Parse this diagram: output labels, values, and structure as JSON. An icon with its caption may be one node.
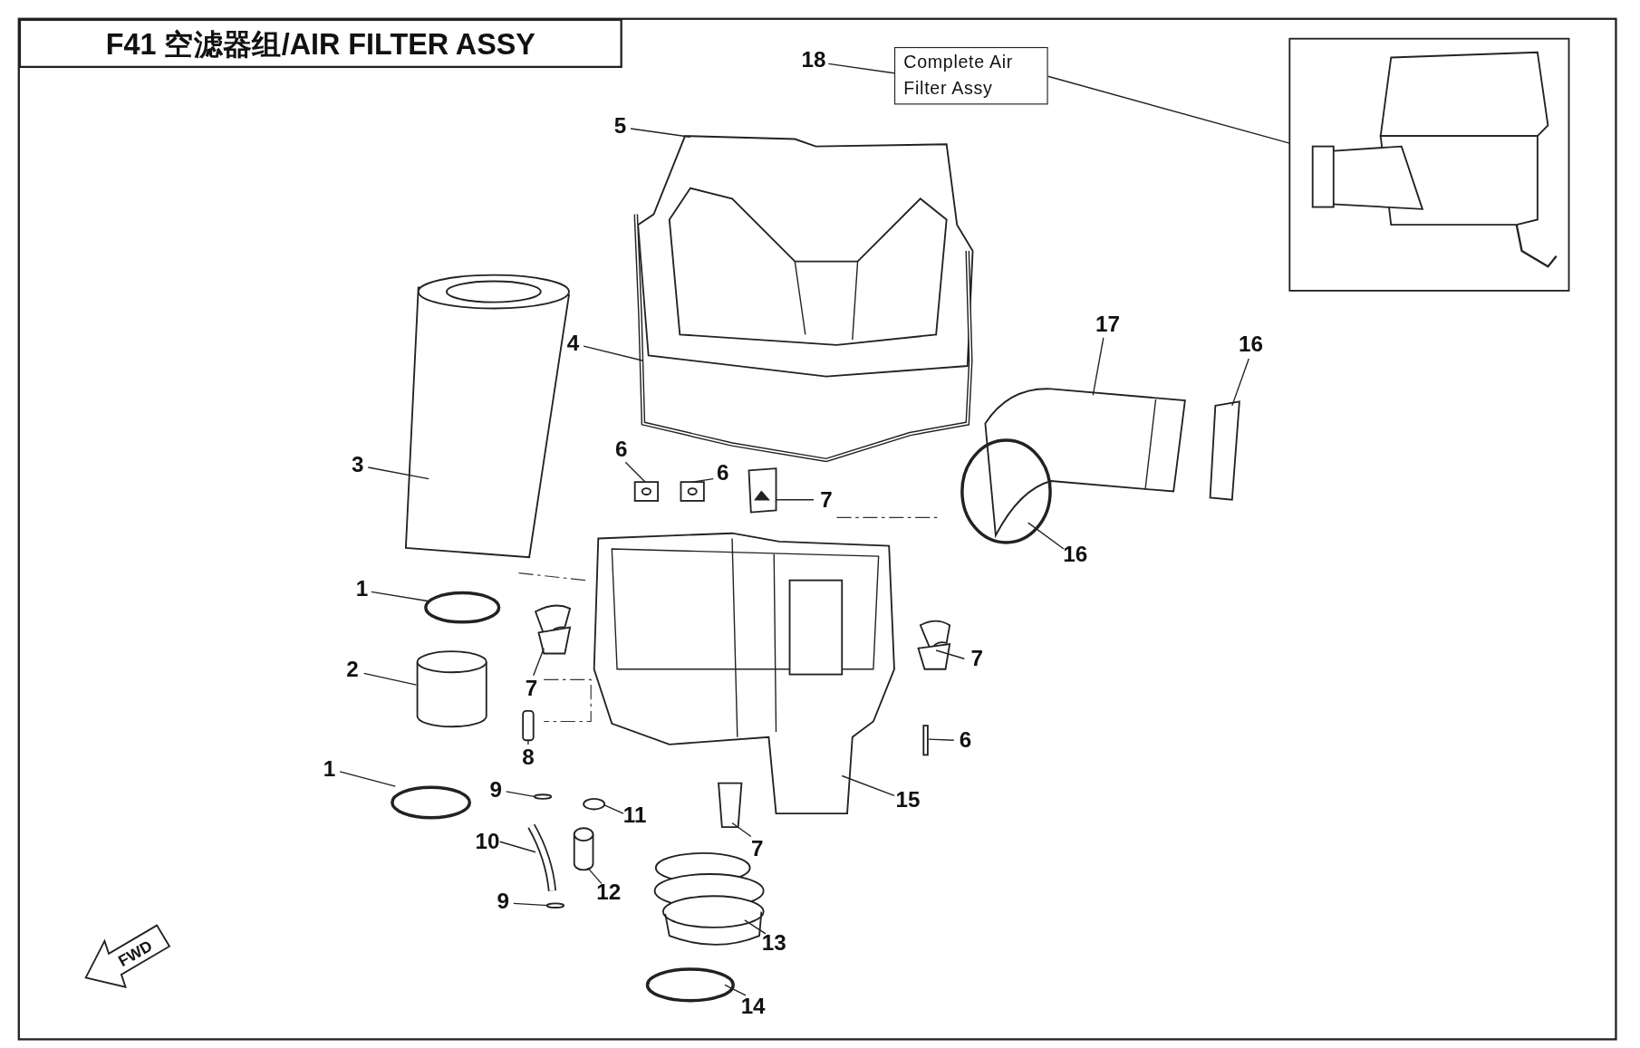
{
  "diagram": {
    "title": "F41 空滤器组/AIR FILTER ASSY",
    "nodes": [
      {
        "text": [
          "18"
        ]
      },
      {
        "text": [
          "Complete Air Filter Assy"
        ]
      },
      {
        "text": [],
        "shape": "picture"
      },
      {
        "text": [
          "5"
        ]
      },
      {
        "text": [
          "4"
        ]
      },
      {
        "text": [
          "3"
        ]
      },
      {
        "text": [
          "6"
        ]
      },
      {
        "text": [
          "6"
        ]
      },
      {
        "text": [
          "7"
        ]
      },
      {
        "text": [
          "17"
        ]
      },
      {
        "text": [
          "16"
        ]
      },
      {
        "text": [
          "16"
        ]
      },
      {
        "text": [
          "1"
        ]
      },
      {
        "text": [
          "7"
        ]
      },
      {
        "text": [
          "7"
        ]
      },
      {
        "text": [
          "2"
        ]
      },
      {
        "text": [
          "8"
        ]
      },
      {
        "text": [
          "6"
        ]
      },
      {
        "text": [
          "1"
        ]
      },
      {
        "text": [
          "9"
        ]
      },
      {
        "text": [
          "11"
        ]
      },
      {
        "text": [
          "15"
        ]
      },
      {
        "text": [
          "10"
        ]
      },
      {
        "text": [
          "7"
        ]
      },
      {
        "text": [
          "12"
        ]
      },
      {
        "text": [
          "9"
        ]
      },
      {
        "text": [
          "13"
        ]
      },
      {
        "text": [
          "14"
        ]
      },
      {
        "text": [],
        "shape": "picture"
      },
      {
        "text": [],
        "shape": "picture"
      },
      {
        "text": [],
        "shape": "picture"
      },
      {
        "text": [],
        "shape": "picture"
      },
      {
        "text": [],
        "shape": "picture"
      },
      {
        "text": [],
        "shape": "picture"
      },
      {
        "text": [],
        "shape": "picture"
      },
      {
        "text": [],
        "shape": "picture"
      },
      {
        "text": [],
        "shape": "circle"
      },
      {
        "text": [],
        "shape": "circle"
      },
      {
        "text": [],
        "shape": "picture"
      },
      {
        "text": [],
        "shape": "picture"
      },
      {
        "text": [],
        "shape": "cylinder"
      },
      {
        "text": [],
        "shape": "picture"
      },
      {
        "text": [],
        "shape": "bar"
      },
      {
        "text": [],
        "shape": "circle"
      },
      {
        "text": [],
        "shape": "circle"
      },
      {
        "text": [],
        "shape": "circle"
      },
      {
        "text": [],
        "shape": "picture"
      },
      {
        "text": [],
        "shape": "picture"
      },
      {
        "text": [],
        "shape": "box"
      },
      {
        "text": [],
        "shape": "cylinder"
      },
      {
        "text": [],
        "shape": "circle"
      },
      {
        "text": [],
        "shape": "picture"
      },
      {
        "text": [],
        "shape": "circle"
      }
    ],
    "edges": [
      {
        "from": 0,
        "to": 1,
        "arrow": "none"
      },
      {
        "from": 1,
        "to": 2,
        "arrow": "none"
      },
      {
        "from": 3,
        "to": 28,
        "arrow": "none"
      },
      {
        "from": 4,
        "to": 29,
        "arrow": "none"
      },
      {
        "from": 5,
        "to": 30,
        "arrow": "none"
      },
      {
        "from": 6,
        "to": 31,
        "arrow": "none"
      },
      {
        "from": 7,
        "to": 32,
        "arrow": "none"
      },
      {
        "from": 8,
        "to": 33,
        "arrow": "none"
      },
      {
        "from": 9,
        "to": 34,
        "arrow": "none"
      },
      {
        "from": 10,
        "to": 35,
        "arrow": "none"
      },
      {
        "from": 11,
        "to": 36,
        "arrow": "none"
      },
      {
        "from": 12,
        "to": 37,
        "arrow": "none"
      },
      {
        "from": 13,
        "to": 38,
        "arrow": "none"
      },
      {
        "from": 14,
        "to": 39,
        "arrow": "none"
      },
      {
        "from": 15,
        "to": 40,
        "arrow": "none"
      },
      {
        "from": 16,
        "to": 41,
        "arrow": "none"
      },
      {
        "from": 17,
        "to": 42,
        "arrow": "none"
      },
      {
        "from": 18,
        "to": 43,
        "arrow": "none"
      },
      {
        "from": 19,
        "to": 44,
        "arrow": "none"
      },
      {
        "from": 20,
        "to": 45,
        "arrow": "none"
      },
      {
        "from": 21,
        "to": 46,
        "arrow": "none"
      },
      {
        "from": 22,
        "to": 47,
        "arrow": "none"
      },
      {
        "from": 23,
        "to": 48,
        "arrow": "none"
      },
      {
        "from": 24,
        "to": 49,
        "arrow": "none"
      },
      {
        "from": 25,
        "to": 50,
        "arrow": "none"
      },
      {
        "from": 26,
        "to": 51,
        "arrow": "none"
      },
      {
        "from": 27,
        "to": 52,
        "arrow": "none"
      }
    ],
    "labels": [
      "FWD"
    ]
  }
}
